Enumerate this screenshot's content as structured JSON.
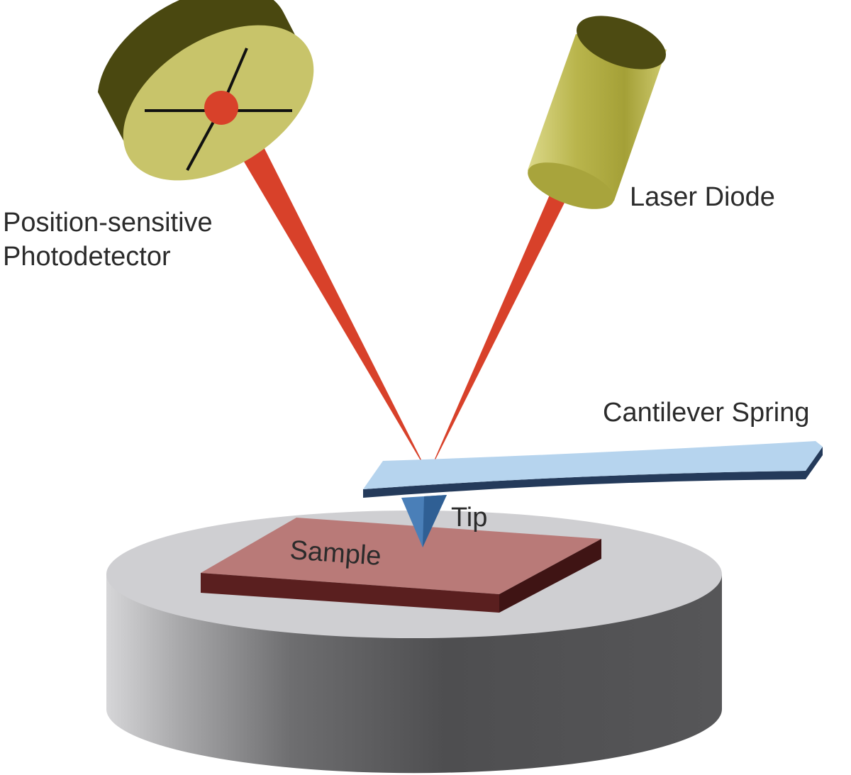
{
  "labels": {
    "detector_line1": "Position-sensitive",
    "detector_line2": "Photodetector",
    "laser": "Laser Diode",
    "cantilever": "Cantilever Spring",
    "tip": "Tip",
    "sample": "Sample"
  },
  "colors": {
    "laser_beam": "#d8412a",
    "detector_face": "#c8c46a",
    "detector_side": "#4a4810",
    "laser_body": "#b8b44a",
    "laser_top": "#4d4b12",
    "cantilever_top": "#b6d4ee",
    "cantilever_edge": "#243a5a",
    "tip": "#4a7fb8",
    "sample_top": "#b97a78",
    "sample_side": "#5a1f1f",
    "stage_top": "#cfcfd2",
    "stage_side": "#5a5a5a",
    "text": "#2b2b2b"
  }
}
